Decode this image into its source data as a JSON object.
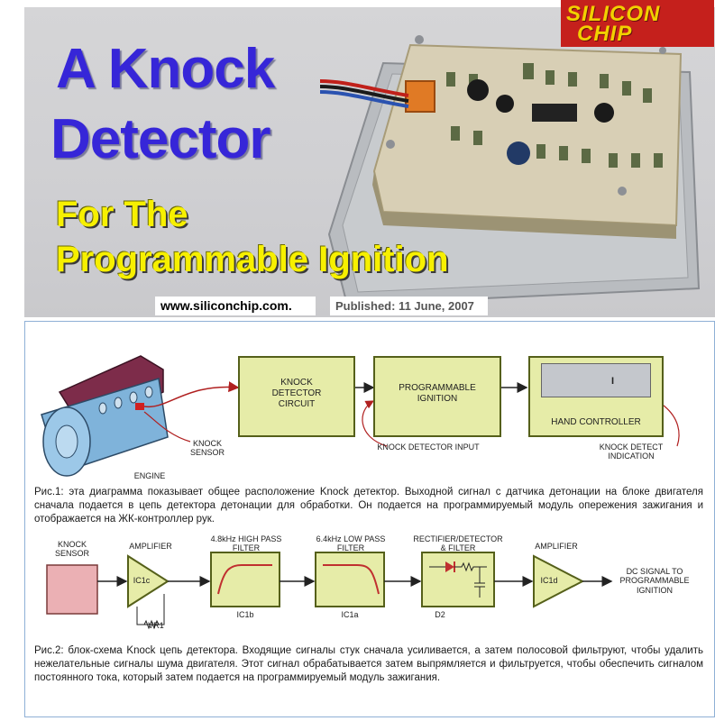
{
  "header": {
    "title_line1": "A Knock",
    "title_line2": "Detector",
    "subtitle_line1": "For The",
    "subtitle_line2": "Programmable Ignition",
    "logo_line1": "SILICON",
    "logo_line2": "CHIP",
    "url": "www.siliconchip.com.",
    "published": "Published: 11 June, 2007"
  },
  "figure1": {
    "boxes": {
      "knock_detector": "KNOCK DETECTOR CIRCUIT",
      "programmable_ignition": "PROGRAMMABLE IGNITION",
      "hand_controller": "HAND CONTROLLER"
    },
    "labels": {
      "engine": "ENGINE",
      "knock_sensor": "KNOCK SENSOR",
      "knock_detector_input": "KNOCK DETECTOR INPUT",
      "knock_detect_indication": "KNOCK DETECT INDICATION",
      "lcd_char": "I"
    },
    "caption": "Рис.1: эта диаграмма показывает общее расположение Knock детектор. Выходной сигнал с датчика детонации на блоке двигателя сначала подается в цепь детектора детонации для обработки. Он подается на программируемый модуль опережения зажигания и отображается на ЖК-контроллер рук."
  },
  "figure2": {
    "knock_sensor": "KNOCK SENSOR",
    "amp1_title": "AMPLIFIER",
    "amp1_name": "IC1c",
    "vr1": "VR1",
    "hpf_title": "4.8kHz HIGH PASS FILTER",
    "hpf_name": "IC1b",
    "lpf_title": "6.4kHz LOW PASS FILTER",
    "lpf_name": "IC1a",
    "rect_title": "RECTIFIER/DETECTOR & FILTER",
    "rect_name": "D2",
    "amp2_title": "AMPLIFIER",
    "amp2_name": "IC1d",
    "output": "DC SIGNAL TO PROGRAMMABLE IGNITION",
    "caption": "Рис.2: блок-схема Knock цепь детектора. Входящие сигналы стук сначала усиливается, а затем полосовой фильтруют, чтобы удалить нежелательные сигналы шума двигателя. Этот сигнал обрабатывается затем выпрямляется и фильтруется, чтобы обеспечить сигналом постоянного тока, который затем подается на программируемый модуль зажигания."
  }
}
